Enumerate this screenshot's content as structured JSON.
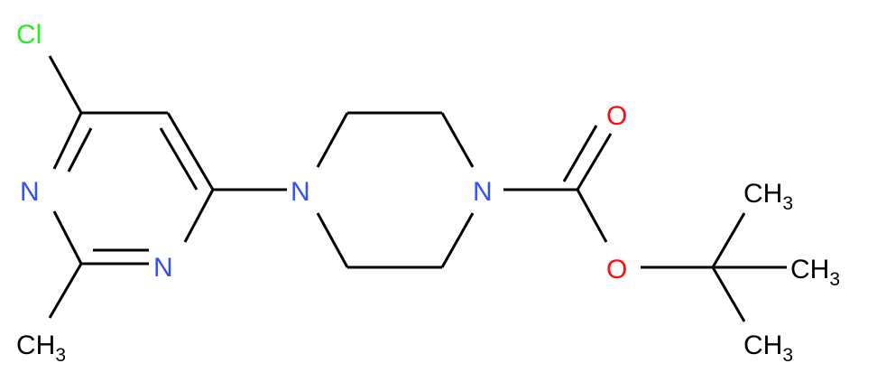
{
  "colors": {
    "bond": "#000000",
    "nitrogen": "#3050f8",
    "oxygen": "#ff0d0d",
    "chlorine": "#1ff01f",
    "carbon": "#000000"
  },
  "atoms": {
    "cl": {
      "symbol": "Cl"
    },
    "n_ring1": {
      "symbol": "N"
    },
    "n_ring2": {
      "symbol": "N"
    },
    "n_pip1": {
      "symbol": "N"
    },
    "n_pip2": {
      "symbol": "N"
    },
    "o_carbonyl": {
      "symbol": "O"
    },
    "o_ester": {
      "symbol": "O"
    },
    "methyl_ring": {
      "main": "CH",
      "sub": "3"
    },
    "methyl_tbu_top": {
      "main": "CH",
      "sub": "3"
    },
    "methyl_tbu_right": {
      "main": "CH",
      "sub": "3"
    },
    "methyl_tbu_bottom": {
      "main": "CH",
      "sub": "3"
    }
  }
}
